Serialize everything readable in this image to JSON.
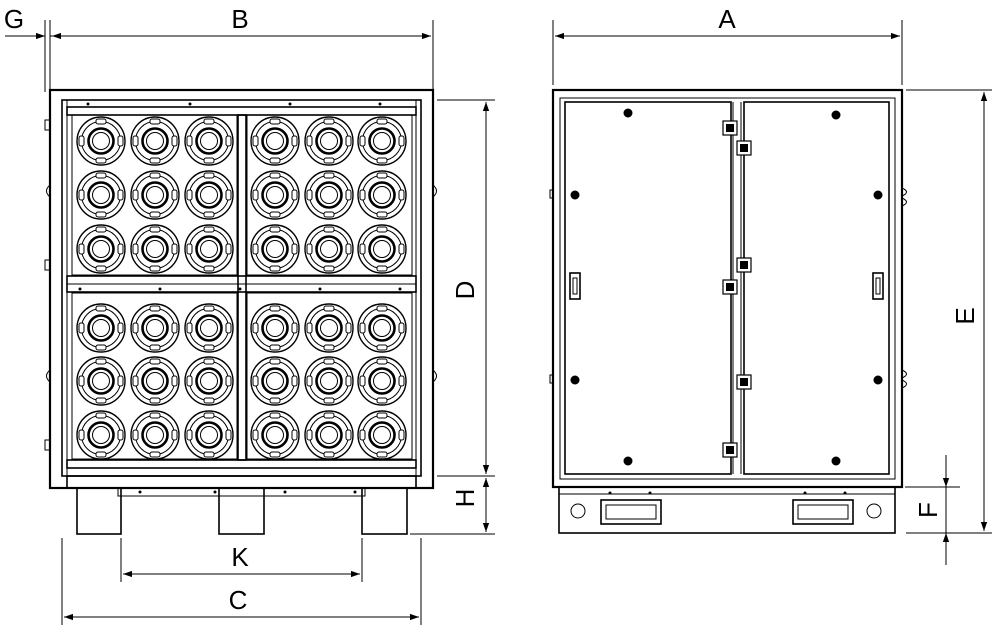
{
  "dimensions": {
    "A": "A",
    "B": "B",
    "C": "C",
    "D": "D",
    "E": "E",
    "F": "F",
    "G": "G",
    "H": "H",
    "K": "K"
  },
  "front_view": {
    "cassette_grid": {
      "quadrants": 4,
      "rows_per_quadrant": 3,
      "cols_per_quadrant": 3
    }
  },
  "side_view": {
    "panels": 2
  }
}
